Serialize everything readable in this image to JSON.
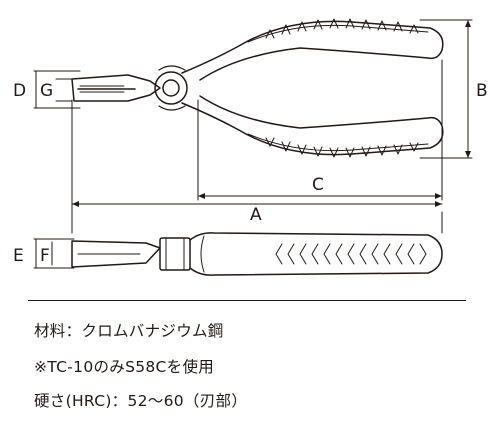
{
  "dimension_labels": {
    "a": "A",
    "b": "B",
    "c": "C",
    "d": "D",
    "e": "E",
    "f": "F",
    "g": "G"
  },
  "specs": [
    "材料：クロムバナジウム鋼",
    "※TC-10のみS58Cを使用",
    "硬さ(HRC)：52～60（刃部）"
  ],
  "colors": {
    "line": "#231815",
    "background": "#ffffff"
  }
}
